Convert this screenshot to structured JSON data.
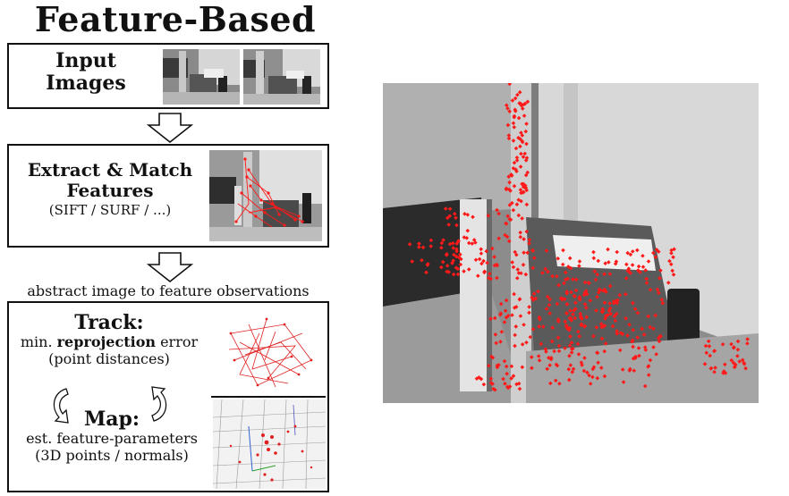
{
  "title": "Feature-Based",
  "steps": {
    "input": {
      "line1": "Input",
      "line2": "Images"
    },
    "extract": {
      "line1": "Extract & Match",
      "line2": "Features",
      "line3": "(SIFT / SURF / ...)"
    },
    "arrow_caption": "abstract image to feature observations",
    "track": {
      "heading": "Track:",
      "line1a": "min. ",
      "line1b": "reprojection",
      "line1c": " error",
      "line2": "(point distances)"
    },
    "map": {
      "heading": "Map:",
      "line1": "est. feature-parameters",
      "line2": "(3D points / normals)"
    }
  },
  "colors": {
    "feature_points": "#ff1a1a",
    "frame": "#111111"
  },
  "icons": [
    "down-arrow-icon",
    "cycle-arrow-left-icon",
    "cycle-arrow-right-icon"
  ]
}
